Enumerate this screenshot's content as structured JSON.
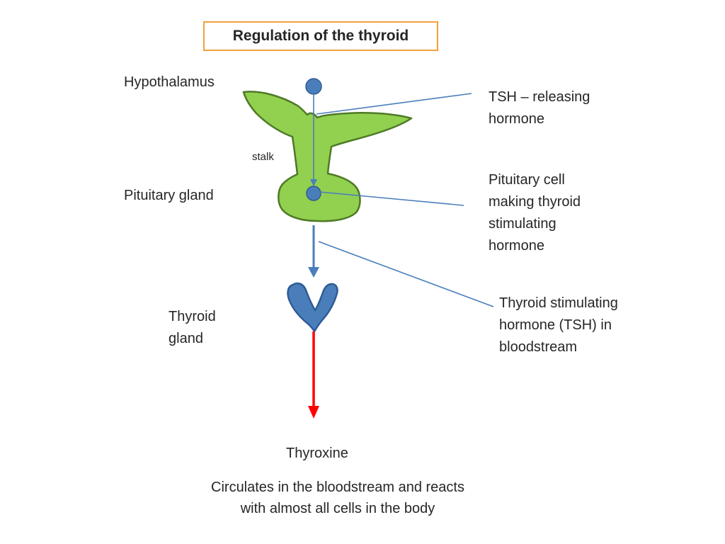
{
  "slide": {
    "title": "Regulation of the thyroid"
  },
  "labels": {
    "hypothalamus": "Hypothalamus",
    "stalk": "stalk",
    "pituitary_gland": "Pituitary gland",
    "thyroid_gland": "Thyroid\ngland",
    "trh": "TSH – releasing\nhormone",
    "pituitary_cell": "Pituitary cell\nmaking thyroid\nstimulating\nhormone",
    "tsh_bloodstream": "Thyroid stimulating\nhormone (TSH) in\nbloodstream",
    "thyroxine": "Thyroxine",
    "circulates": "Circulates in the bloodstream and reacts\nwith almost all cells in the body"
  },
  "colors": {
    "accent_orange": "#F2A13C",
    "gland_green": "#92D050",
    "gland_green_outline": "#4E7A27",
    "steel_blue": "#4A7EBB",
    "steel_blue_dark": "#2F5B94",
    "arrow_red": "#FF0000",
    "text_dark": "#262626",
    "background": "#FFFFFF"
  }
}
